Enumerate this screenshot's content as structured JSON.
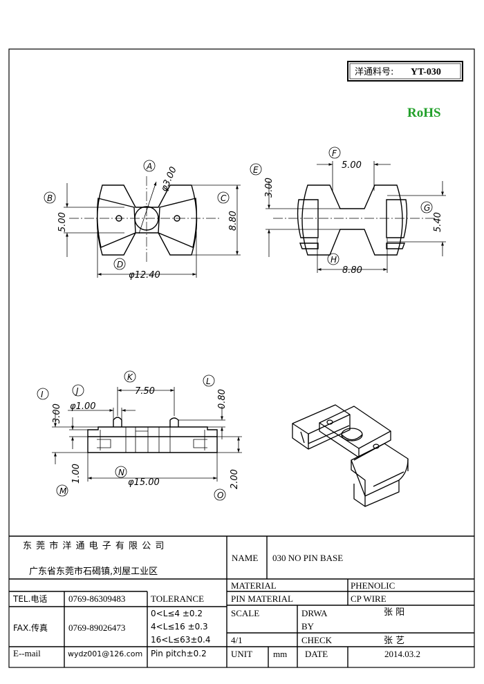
{
  "part_number_label": "洋通料号:",
  "part_number": "YT-030",
  "rohs": "RoHS",
  "view1": {
    "A": "A",
    "A_val": "φ3.00",
    "B": "B",
    "B_val": "5.00",
    "C": "C",
    "C_val": "8.80",
    "D": "D",
    "D_val": "φ12.40"
  },
  "view2": {
    "E": "E",
    "E_val": "3.00",
    "F": "F",
    "F_val": "5.00",
    "G": "G",
    "G_val": "5.40",
    "H": "H",
    "H_val": "8.80"
  },
  "view3": {
    "I": "I",
    "I_val": "3.00",
    "J": "J",
    "J_val": "φ1.00",
    "K": "K",
    "K_val": "7.50",
    "L": "L",
    "L_val": "0.80",
    "M": "M",
    "M_val": "1.00",
    "N": "N",
    "N_val": "φ15.00",
    "O": "O",
    "O_val": "2.00"
  },
  "title_block": {
    "company": "东 莞 市 洋 通 电 子 有 限 公 司",
    "address": "广东省东莞市石碣镇,刘屋工业区",
    "tel_label": "TEL.电话",
    "tel": "0769-86309483",
    "fax_label": "FAX.传真",
    "fax": "0769-89026473",
    "email_label": "E--mail",
    "email": "wydz001@126.com",
    "tolerance_label": "TOLERANCE",
    "tol1": "0<L≤4   ±0.2",
    "tol2": "4<L≤16  ±0.3",
    "tol3": "16<L≤63±0.4",
    "tol4": "Pin pitch±0.2",
    "name_label": "NAME",
    "name": "030 NO PIN BASE",
    "material_label": "MATERIAL",
    "material": "PHENOLIC",
    "pin_material_label": "PIN MATERIAL",
    "pin_material": "CP WIRE",
    "scale_label": "SCALE",
    "scale": "4/1",
    "drawn_label_1": "DRWA",
    "drawn_label_2": "BY",
    "drawn_by": "张 阳",
    "check_label": "CHECK",
    "checked_by": "张 艺",
    "unit_label": "UNIT",
    "unit": "mm",
    "date_label": "DATE",
    "date": "2014.03.2"
  }
}
